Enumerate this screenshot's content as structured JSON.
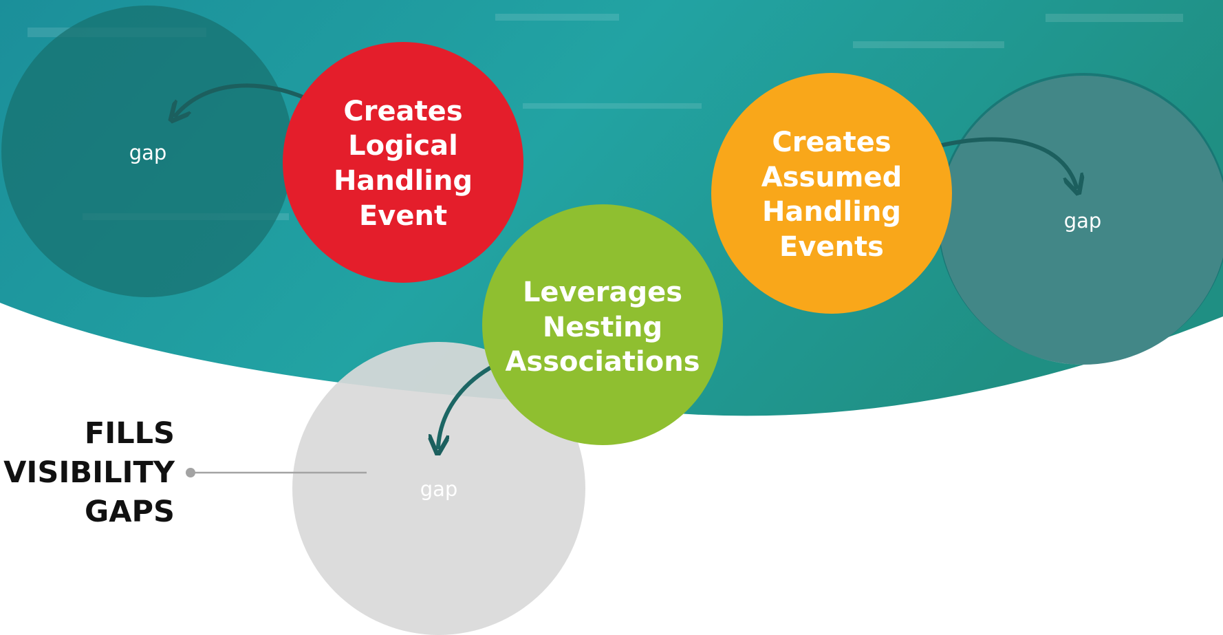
{
  "colors": {
    "teal_band": "#1f9e9c",
    "red": "#e41e2b",
    "green": "#8fbf30",
    "orange": "#f9a71a",
    "gap_dark": "#17706f",
    "gap_light": "#d9d9d9",
    "connector": "#a3a3a3",
    "text_dark": "#111111"
  },
  "event_circles": [
    {
      "lines": [
        "Creates",
        "Logical",
        "Handling",
        "Event"
      ],
      "color": "#e41e2b"
    },
    {
      "lines": [
        "Leverages",
        "Nesting",
        "Associations"
      ],
      "color": "#8fbf30"
    },
    {
      "lines": [
        "Creates",
        "Assumed",
        "Handling",
        "Events"
      ],
      "color": "#f9a71a"
    }
  ],
  "gaps": [
    {
      "label": "gap"
    },
    {
      "label": "gap"
    },
    {
      "label": "gap"
    }
  ],
  "callout": {
    "lines": [
      "FILLS",
      "VISIBILITY",
      "GAPS"
    ]
  }
}
